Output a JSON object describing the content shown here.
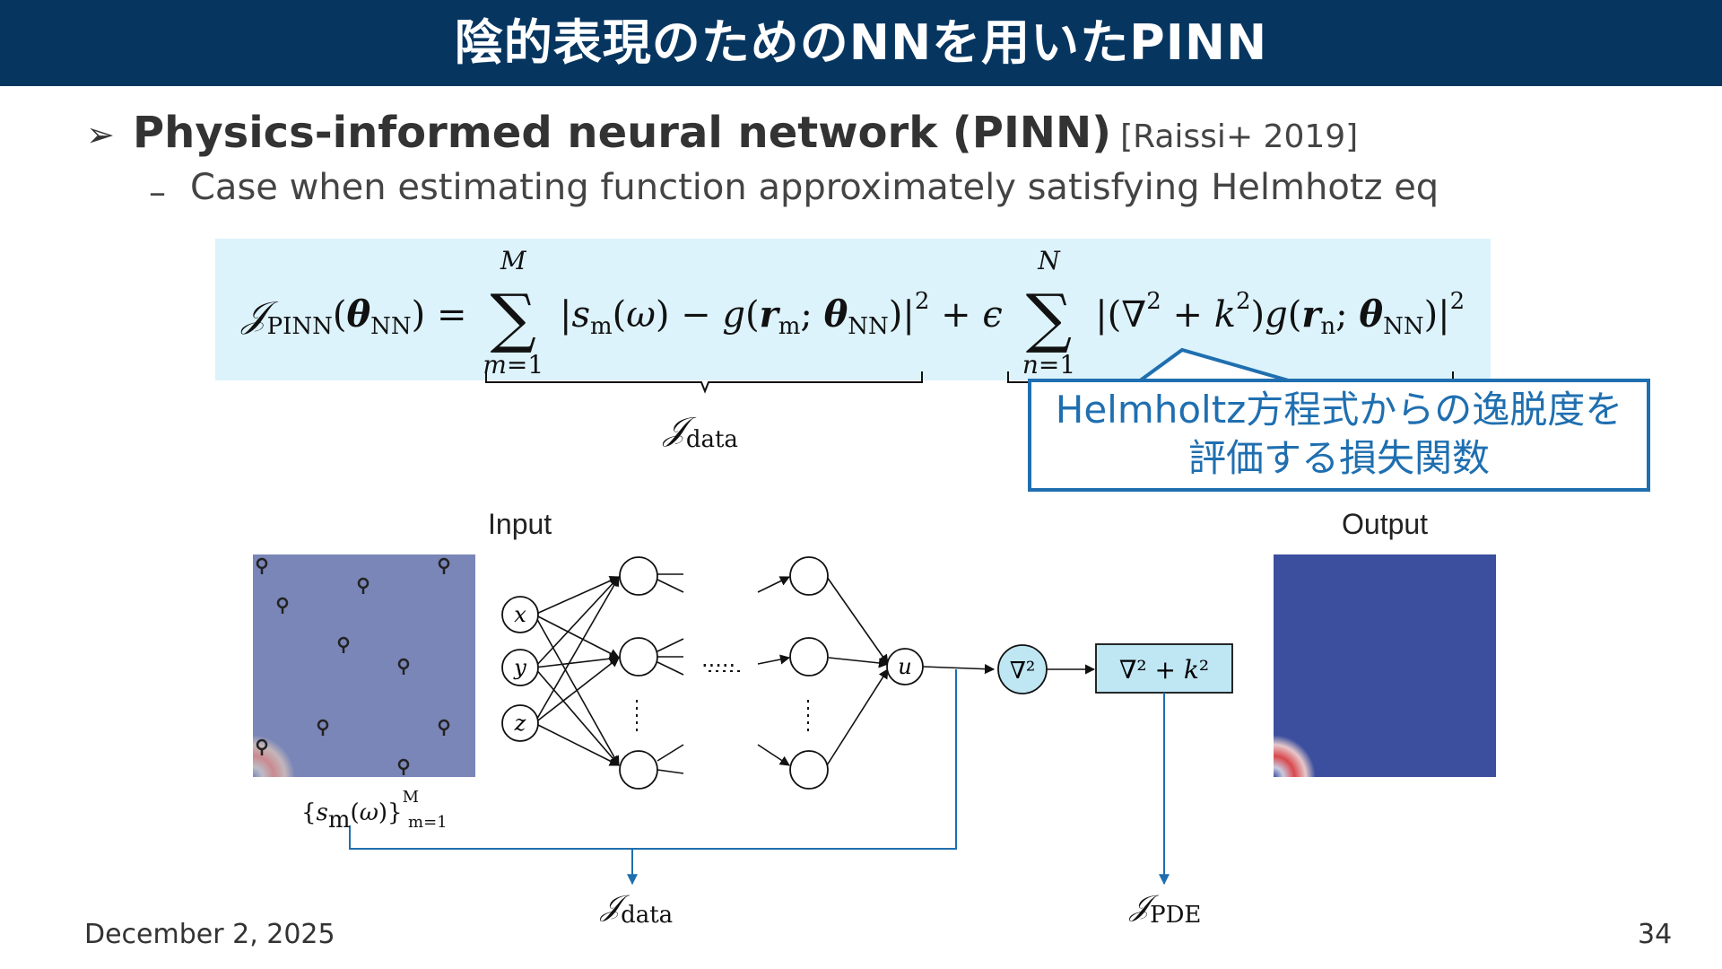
{
  "slide": {
    "title": "陰的表現のためのNNを用いたPINN",
    "bullet_main": "Physics-informed neural network (PINN)",
    "bullet_ref": "[Raissi+ 2019]",
    "sub_bullet": "Case when estimating function approximately satisfying Helmhotz eq",
    "callout_line1": "Helmholtz方程式からの逸脱度を",
    "callout_line2": "評価する損失関数",
    "footer_date": "December 2, 2025",
    "page_number": "34"
  },
  "figure": {
    "input_label": "Input",
    "output_label": "Output",
    "node_x": "x",
    "node_y": "y",
    "node_z": "z",
    "node_u": "u",
    "ellipsis": "·····"
  },
  "colors": {
    "title_bar": "#063660",
    "equation_box": "#dcf3fc",
    "callout": "#1f6fb0",
    "operator_fill": "#bfe6f3",
    "wave_red": "#d9484d",
    "wave_blue": "#3b4f9e"
  },
  "icons": [
    "bullet-arrow-icon",
    "microphone-icon"
  ]
}
